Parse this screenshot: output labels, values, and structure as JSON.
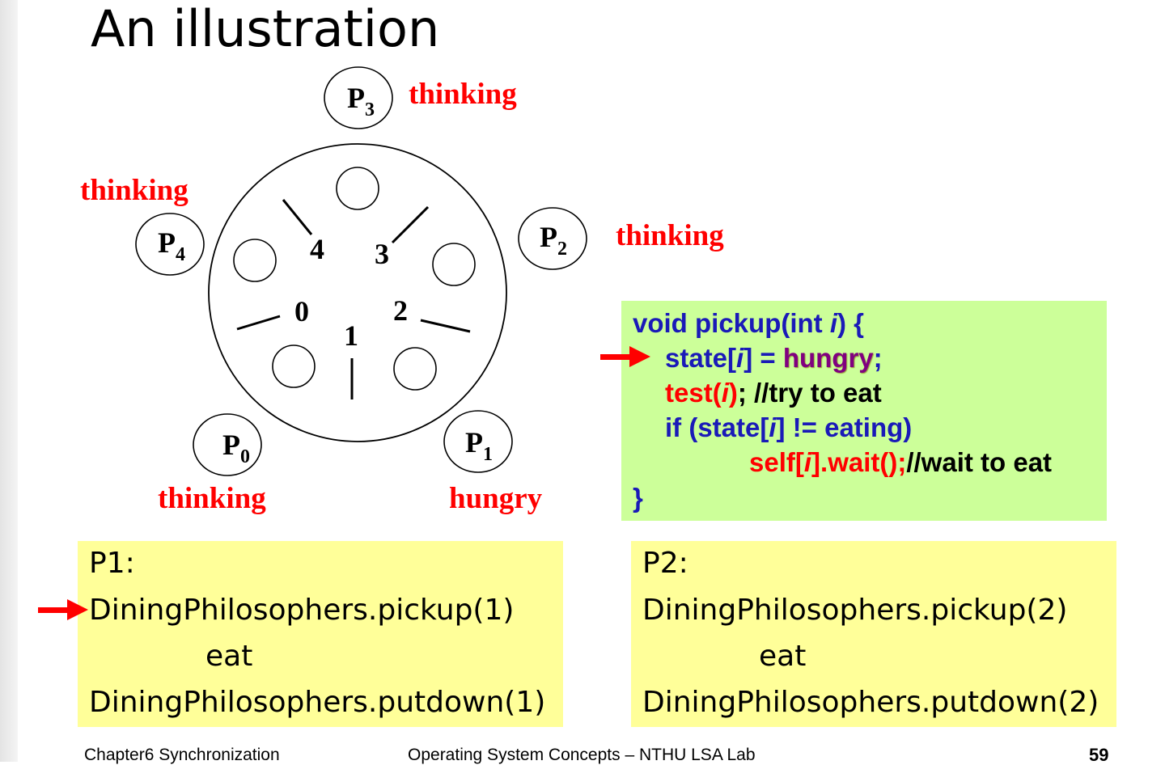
{
  "slide": {
    "title": "An illustration"
  },
  "philosophers": [
    {
      "id": "P0",
      "base": "P",
      "sub": "0",
      "state": "thinking"
    },
    {
      "id": "P1",
      "base": "P",
      "sub": "1",
      "state": "hungry"
    },
    {
      "id": "P2",
      "base": "P",
      "sub": "2",
      "state": "thinking"
    },
    {
      "id": "P3",
      "base": "P",
      "sub": "3",
      "state": "thinking"
    },
    {
      "id": "P4",
      "base": "P",
      "sub": "4",
      "state": "thinking"
    }
  ],
  "chopsticks": [
    "0",
    "1",
    "2",
    "3",
    "4"
  ],
  "code": {
    "l1": "void pickup(int ",
    "l1_var": "i",
    "l1_end": ") {",
    "l2_a": "state[",
    "l2_var": "i",
    "l2_b": "] = ",
    "l2_val": "hungry",
    "l2_end": ";",
    "l3_a": "test(",
    "l3_var": "i",
    "l3_b": ")",
    "l3_end": "; //try to eat",
    "l4_a": "if (state[",
    "l4_var": "i",
    "l4_b": "] != eating)",
    "l5_a": "self[",
    "l5_var": "i",
    "l5_b": "].wait();",
    "l5_end": "//wait to eat",
    "l6": "}"
  },
  "p1_box": {
    "label": "P1:",
    "pickup": "DiningPhilosophers.pickup(1)",
    "eat": "eat",
    "putdown": "DiningPhilosophers.putdown(1)"
  },
  "p2_box": {
    "label": "P2:",
    "pickup": "DiningPhilosophers.pickup(2)",
    "eat": "eat",
    "putdown": "DiningPhilosophers.putdown(2)"
  },
  "footer": {
    "left": "Chapter6 Synchronization",
    "center": "Operating System Concepts – NTHU LSA Lab",
    "page": "59"
  },
  "colors": {
    "state_text": "#ff0000",
    "code_blue": "#1a1ab8",
    "code_bg": "#ccff99",
    "box_bg": "#ffff99",
    "arrow": "#ff0000"
  }
}
